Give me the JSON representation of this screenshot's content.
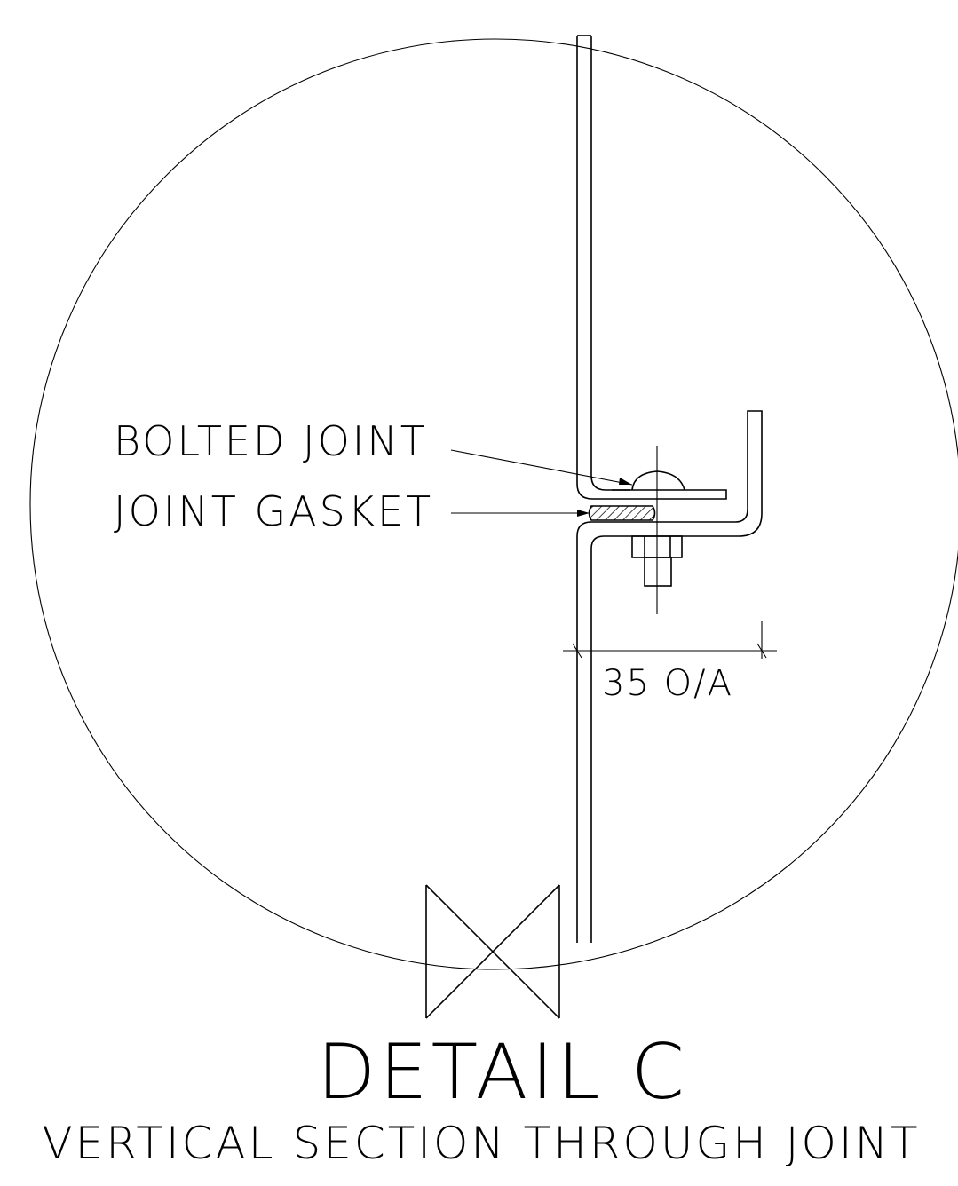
{
  "labels": {
    "bolted_joint": "BOLTED JOINT",
    "joint_gasket": "JOINT GASKET",
    "dimension": "35 O/A"
  },
  "title": {
    "main": "DETAIL C",
    "sub": "VERTICAL SECTION THROUGH JOINT"
  },
  "colors": {
    "line": "#000000",
    "background": "#ffffff"
  }
}
